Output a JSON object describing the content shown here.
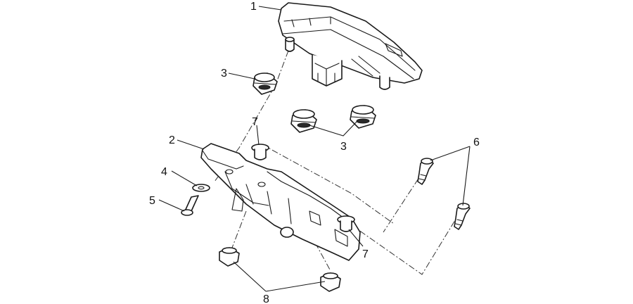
{
  "callouts": {
    "c1": "1",
    "c2": "2",
    "c3a": "3",
    "c3b": "3",
    "c4": "4",
    "c5": "5",
    "c6": "6",
    "c7a": "7",
    "c7b": "7",
    "c8": "8"
  },
  "colors": {
    "line": "#1a1a1a",
    "background": "#ffffff"
  }
}
